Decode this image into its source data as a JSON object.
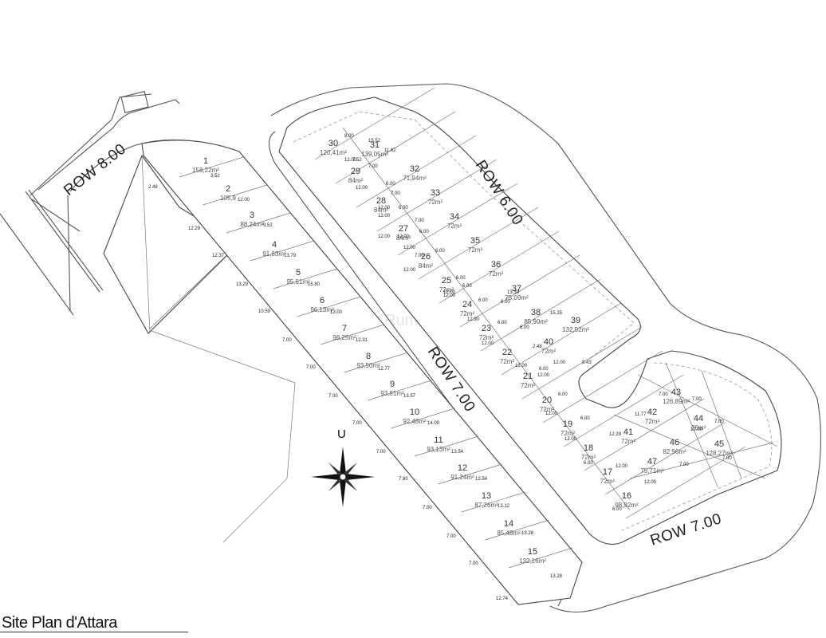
{
  "title": "Site Plan d'Attara",
  "north_label": "U",
  "watermark": "Rumah123",
  "roads": {
    "row8": "ROW 8.00",
    "row6": "ROW 6.00",
    "row7_main": "ROW 7.00",
    "row7_south": "ROW 7.00"
  },
  "lots": [
    {
      "n": "1",
      "a": "158,22m²"
    },
    {
      "n": "2",
      "a": "105,9"
    },
    {
      "n": "3",
      "a": "88,24m²"
    },
    {
      "n": "4",
      "a": "91,83m²"
    },
    {
      "n": "5",
      "a": "95,61m²"
    },
    {
      "n": "6",
      "a": "96,13m²"
    },
    {
      "n": "7",
      "a": "98,25m²"
    },
    {
      "n": "8",
      "a": "93,50m²"
    },
    {
      "n": "9",
      "a": "93,81m²"
    },
    {
      "n": "10",
      "a": "92,48m²"
    },
    {
      "n": "11",
      "a": "93,13m²"
    },
    {
      "n": "12",
      "a": "91,24m²"
    },
    {
      "n": "13",
      "a": "87,26m²"
    },
    {
      "n": "14",
      "a": "85,48m²"
    },
    {
      "n": "15",
      "a": "132,16m²"
    },
    {
      "n": "16",
      "a": "98,92m²"
    },
    {
      "n": "17",
      "a": "72m²"
    },
    {
      "n": "18",
      "a": "72m²"
    },
    {
      "n": "19",
      "a": "72m²"
    },
    {
      "n": "20",
      "a": "72m²"
    },
    {
      "n": "21",
      "a": "72m²"
    },
    {
      "n": "22",
      "a": "72m²"
    },
    {
      "n": "23",
      "a": "72m²"
    },
    {
      "n": "24",
      "a": "72m²"
    },
    {
      "n": "25",
      "a": "72m²"
    },
    {
      "n": "26",
      "a": "84m²"
    },
    {
      "n": "27",
      "a": "84m²"
    },
    {
      "n": "28",
      "a": "84m²"
    },
    {
      "n": "29",
      "a": "84m²"
    },
    {
      "n": "30",
      "a": "120,41m²"
    },
    {
      "n": "31",
      "a": "139,05m²"
    },
    {
      "n": "32",
      "a": "71,94m²"
    },
    {
      "n": "33",
      "a": "72m²"
    },
    {
      "n": "34",
      "a": "72m²"
    },
    {
      "n": "35",
      "a": "72m²"
    },
    {
      "n": "36",
      "a": "72m²"
    },
    {
      "n": "37",
      "a": "75,09m²"
    },
    {
      "n": "38",
      "a": "85,90m²"
    },
    {
      "n": "39",
      "a": "132,92m²"
    },
    {
      "n": "40",
      "a": "72m²"
    },
    {
      "n": "41",
      "a": "72m²"
    },
    {
      "n": "42",
      "a": "72m²"
    },
    {
      "n": "43",
      "a": "126,89m²"
    },
    {
      "n": "44",
      "a": "76m²"
    },
    {
      "n": "45",
      "a": "128,27m²"
    },
    {
      "n": "46",
      "a": "82,96m²"
    },
    {
      "n": "47",
      "a": "75,71m²"
    }
  ],
  "dimensions": [
    "8.00",
    "15.52",
    "12.00",
    "7.52",
    "11.62",
    "7.00",
    "6.00",
    "12.00",
    "12.00",
    "7.00",
    "12.00",
    "6.00",
    "12.00",
    "12.00",
    "7.00",
    "6.00",
    "12.00",
    "12.00",
    "7.00",
    "6.00",
    "12.00",
    "12.00",
    "6.00",
    "6.00",
    "13.39",
    "12.90",
    "6.00",
    "6.00",
    "15.25",
    "12.00",
    "6.00",
    "6.00",
    "2.48",
    "12.00",
    "12.00",
    "12.00",
    "6.00",
    "6.00",
    "12.00",
    "12.00",
    "6.00",
    "6.00",
    "12.00",
    "12.00",
    "6.00",
    "2.48",
    "3.52",
    "12.00",
    "9.52",
    "13.79",
    "15.80",
    "13.00",
    "12.31",
    "12.77",
    "13.57",
    "14.09",
    "13.54",
    "13.54",
    "13.12",
    "13.28",
    "13.28",
    "12.74",
    "12.29",
    "12.37",
    "13.29",
    "10.59",
    "7.00",
    "7.00",
    "7.00",
    "7.00",
    "7.00",
    "7.80",
    "7.00",
    "7.00",
    "7.00",
    "7.00",
    "7.00",
    "7.00",
    "7.00",
    "7.00",
    "12.00",
    "11.77",
    "12.29",
    "8.43",
    "13.23",
    "6.00",
    "12.00",
    "12.00"
  ]
}
